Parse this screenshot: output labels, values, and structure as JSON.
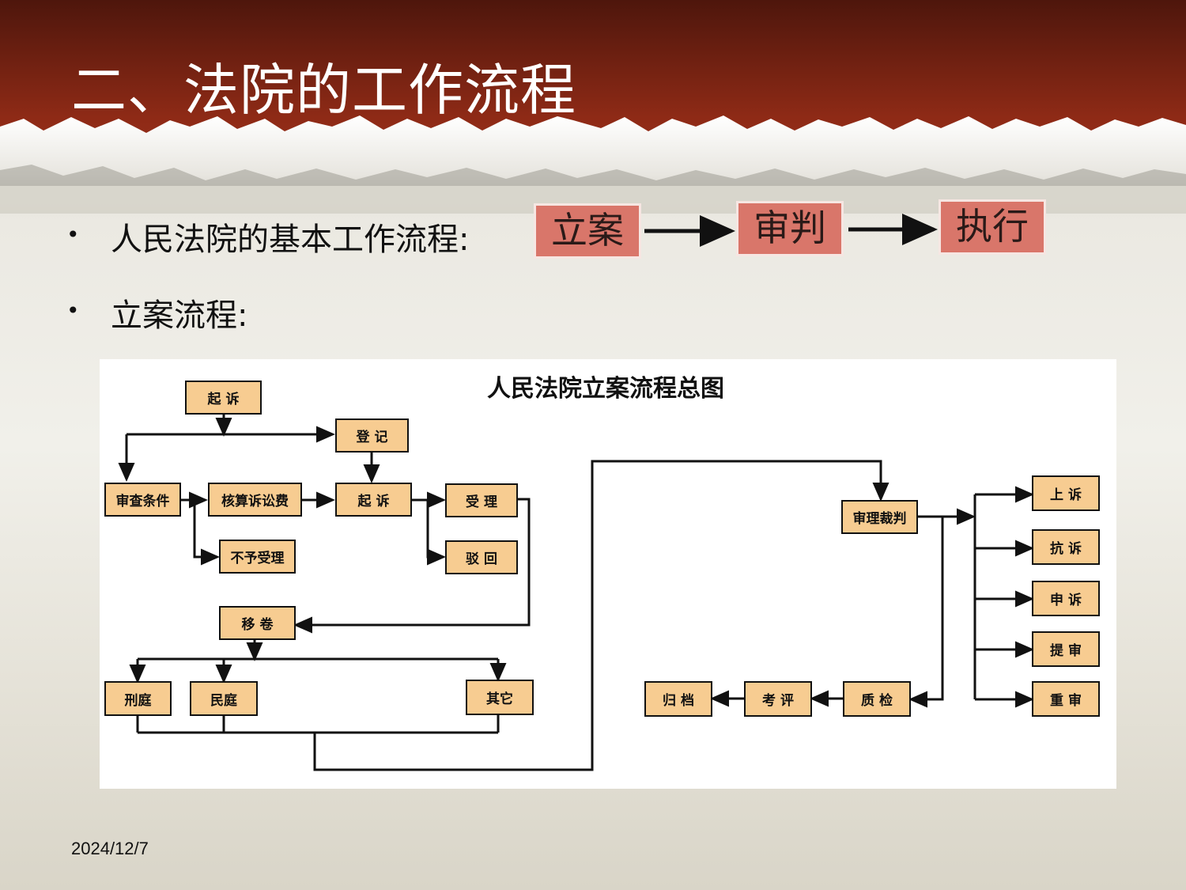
{
  "slide": {
    "title": "二、法院的工作流程",
    "date": "2024/12/7"
  },
  "bullets": [
    {
      "text": "人民法院的基本工作流程:"
    },
    {
      "text": "立案流程:"
    }
  ],
  "basic_flow": [
    "立案",
    "审判",
    "执行"
  ],
  "filing_chart": {
    "title": "人民法院立案流程总图",
    "nodes": {
      "qisu_top": "起 诉",
      "dengji": "登 记",
      "shencha": "审查条件",
      "hesuan": "核算诉讼费",
      "qisu_mid": "起 诉",
      "shouli": "受 理",
      "buyu": "不予受理",
      "bohui": "驳 回",
      "yijuan": "移 卷",
      "xingting": "刑庭",
      "minting": "民庭",
      "qita": "其它",
      "shenli": "审理裁判",
      "shangsu": "上 诉",
      "kangsu": "抗 诉",
      "shensu": "申 诉",
      "tishen": "提 审",
      "chongshen": "重 审",
      "zhijian": "质 检",
      "kaoping": "考 评",
      "guidang": "归 档"
    }
  },
  "colors": {
    "banner": "#8e2a16",
    "step_fill": "#d9766a",
    "node_fill": "#f7cc91"
  }
}
